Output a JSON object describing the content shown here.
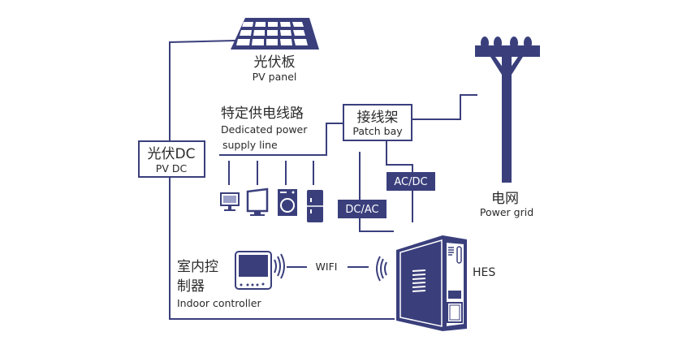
{
  "colors": {
    "primary": "#3a3f7c",
    "text": "#2a2a2a",
    "background": "#ffffff"
  },
  "nodes": {
    "pv_panel": {
      "zh": "光伏板",
      "en": "PV panel"
    },
    "pv_dc": {
      "zh": "光伏DC",
      "en": "PV DC"
    },
    "dedicated_line": {
      "zh": "特定供电线路",
      "en_line1": "Dedicated power",
      "en_line2": "supply line"
    },
    "patch_bay": {
      "zh": "接线架",
      "en": "Patch bay"
    },
    "ac_dc": {
      "label": "AC/DC"
    },
    "dc_ac": {
      "label": "DC/AC"
    },
    "power_grid": {
      "zh": "电网",
      "en": "Power grid"
    },
    "indoor_controller": {
      "zh_line1": "室内控",
      "zh_line2": "制器",
      "en": "Indoor controller"
    },
    "wifi": {
      "label": "WIFI"
    },
    "hes": {
      "label": "HES"
    }
  },
  "appliances": [
    "monitor-icon",
    "tv-icon",
    "washing-machine-icon",
    "refrigerator-icon"
  ]
}
